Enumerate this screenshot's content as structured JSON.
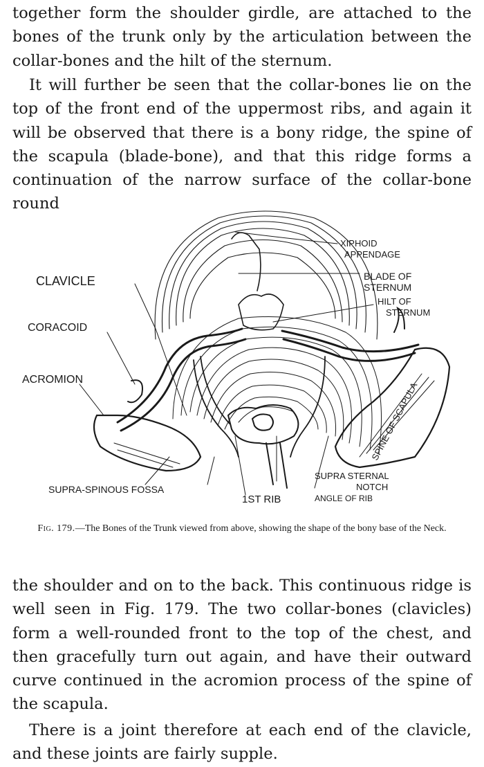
{
  "paragraphs": {
    "top_cont": "together form the shoulder girdle, are attached to the bones of the trunk only by the articulation between the collar-bones and the hilt of the sternum.",
    "top_2": "It will further be seen that the collar-bones lie on the top of the front end of the uppermost ribs, and again it will be observed that there is a bony ridge, the spine of the scapula (blade-bone), and that this ridge forms a continuation of the narrow surface of the collar-bone round",
    "bottom_1": "the shoulder and on to the back. This continuous ridge is well seen in Fig. 179. The two collar-bones (clavicles) form a well-rounded front to the top of the chest, and then gracefully turn out again, and have their outward curve continued in the acromion process of the spine of the scapula.",
    "bottom_2": "There is a joint therefore at each end of the clavicle, and these joints are fairly supple."
  },
  "figure": {
    "labels": {
      "xiphoid_1": "XIPHOID",
      "xiphoid_2": "APPENDAGE",
      "blade_1": "BLADE OF",
      "blade_2": "STERNUM",
      "hilt_1": "HILT OF",
      "hilt_2": "STERNUM",
      "clavicle": "CLAVICLE",
      "coracoid": "CORACOID",
      "acromion": "ACROMION",
      "supra_spinous": "SUPRA-SPINOUS FOSSA",
      "first_rib": "1ST RIB",
      "supra_notch_1": "SUPRA STERNAL",
      "supra_notch_2": "NOTCH",
      "angle_rib": "ANGLE OF RIB",
      "spine_scapula": "SPINE OF SCAPULA"
    },
    "caption_label": "Fig. 179.",
    "caption_text": "—The Bones of the Trunk viewed from above, showing the shape of the bony base of the Neck."
  }
}
